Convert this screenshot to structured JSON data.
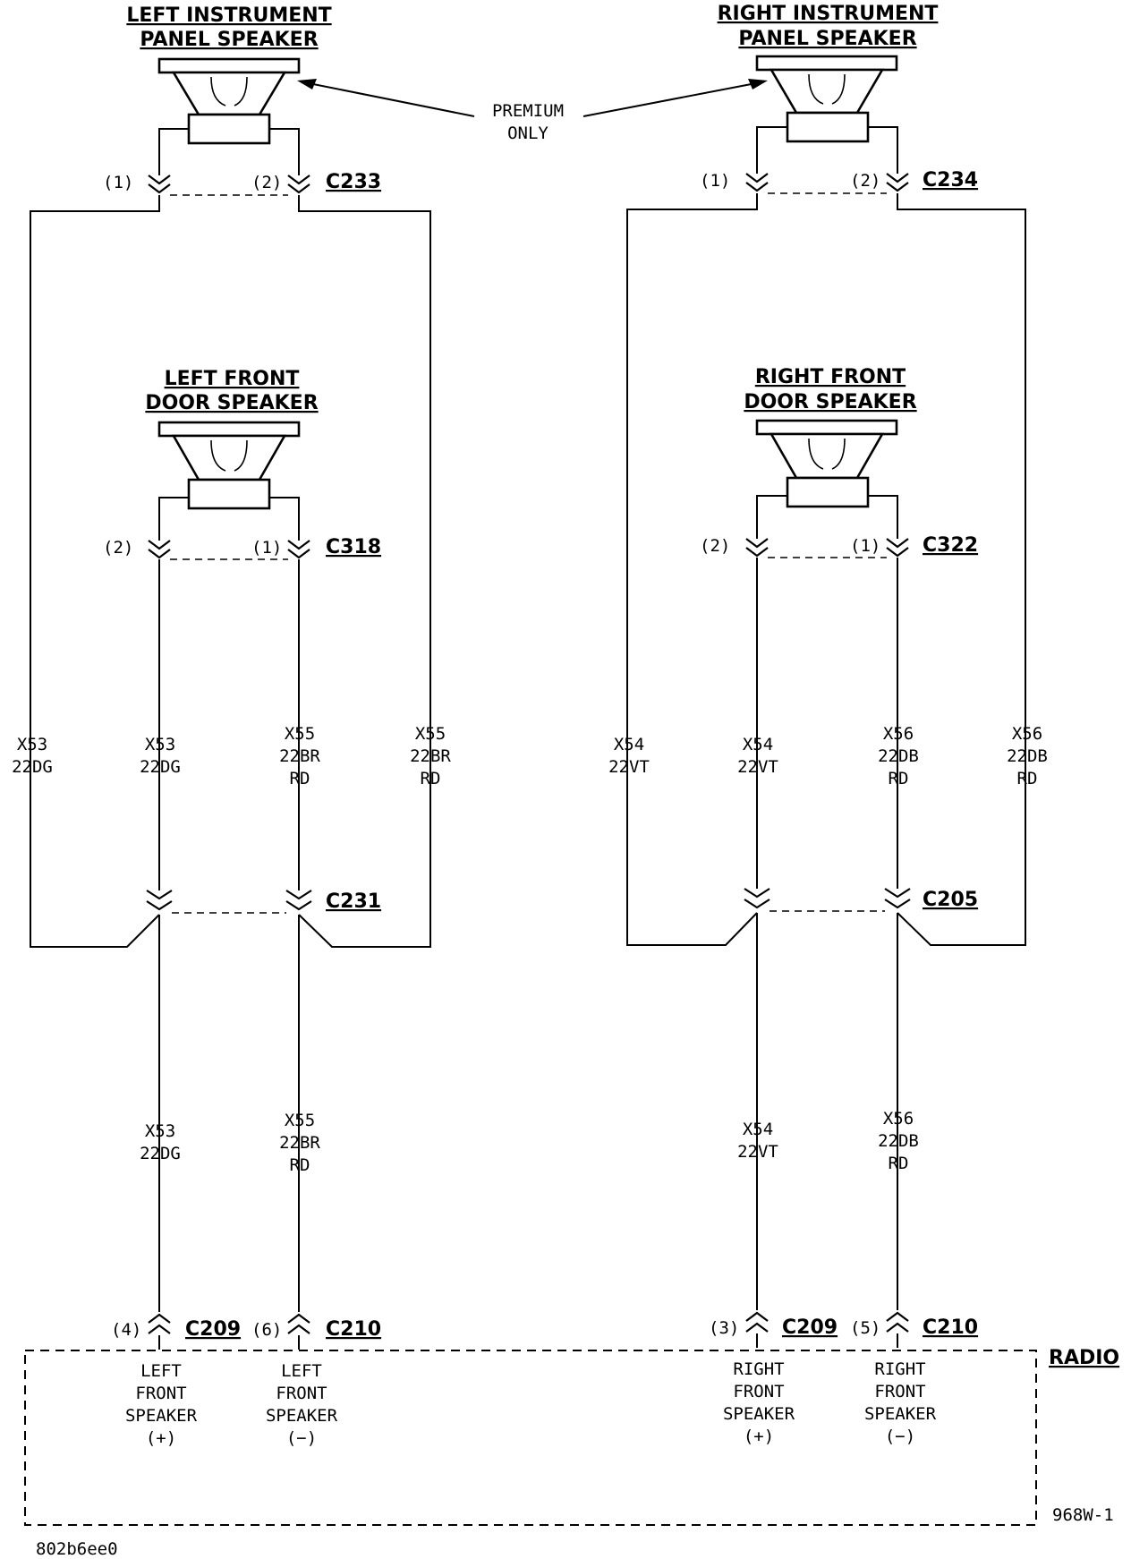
{
  "speakers": {
    "left_instrument_panel": [
      "LEFT INSTRUMENT",
      "PANEL SPEAKER"
    ],
    "right_instrument_panel": [
      "RIGHT INSTRUMENT",
      "PANEL SPEAKER"
    ],
    "left_front_door": [
      "LEFT FRONT",
      "DOOR SPEAKER"
    ],
    "right_front_door": [
      "RIGHT FRONT",
      "DOOR SPEAKER"
    ]
  },
  "premium_note": [
    "PREMIUM",
    "ONLY"
  ],
  "connectors": {
    "c233": "C233",
    "c234": "C234",
    "c318": "C318",
    "c322": "C322",
    "c231": "C231",
    "c205": "C205",
    "c209": "C209",
    "c210": "C210"
  },
  "pins": {
    "p1": "(1)",
    "p2": "(2)",
    "p3": "(3)",
    "p4": "(4)",
    "p5": "(5)",
    "p6": "(6)"
  },
  "wires": {
    "x53": [
      "X53",
      "22DG"
    ],
    "x55": [
      "X55",
      "22BR",
      "RD"
    ],
    "x54": [
      "X54",
      "22VT"
    ],
    "x56": [
      "X56",
      "22DB",
      "RD"
    ]
  },
  "radio": {
    "label": "RADIO",
    "left_pos": [
      "LEFT",
      "FRONT",
      "SPEAKER",
      "(+)"
    ],
    "left_neg": [
      "LEFT",
      "FRONT",
      "SPEAKER",
      "(−)"
    ],
    "right_pos": [
      "RIGHT",
      "FRONT",
      "SPEAKER",
      "(+)"
    ],
    "right_neg": [
      "RIGHT",
      "FRONT",
      "SPEAKER",
      "(−)"
    ]
  },
  "figure_id": "968W-1",
  "image_code": "802b6ee0"
}
